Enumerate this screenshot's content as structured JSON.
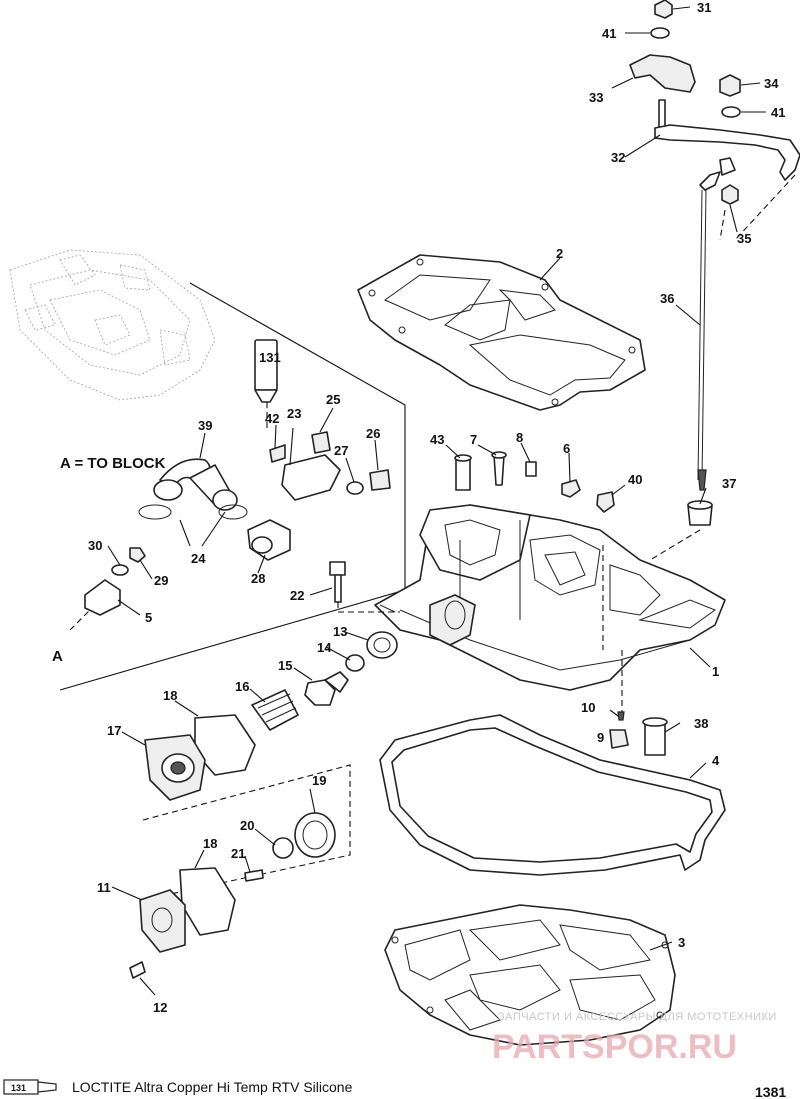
{
  "figure_number": "1381",
  "annotation_block": "A = TO BLOCK",
  "annotation_point": "A",
  "legend": {
    "symbol_number": "131",
    "text": "LOCTITE Altra Copper Hi Temp RTV Silicone"
  },
  "tube_label": "131",
  "watermark": {
    "line1": "ЗАПЧАСТИ И АКСЕССУАРЫ ДЛЯ МОТОТЕХНИКИ",
    "line2": "PARTSPOR.RU"
  },
  "callouts": {
    "c1": "1",
    "c2": "2",
    "c3": "3",
    "c4": "4",
    "c5": "5",
    "c6": "6",
    "c7": "7",
    "c8": "8",
    "c9": "9",
    "c10": "10",
    "c11": "11",
    "c12": "12",
    "c13": "13",
    "c14": "14",
    "c15": "15",
    "c16": "16",
    "c17": "17",
    "c18a": "18",
    "c18b": "18",
    "c19": "19",
    "c20": "20",
    "c21": "21",
    "c22": "22",
    "c23": "23",
    "c24": "24",
    "c25": "25",
    "c26": "26",
    "c27": "27",
    "c28": "28",
    "c29": "29",
    "c30": "30",
    "c31": "31",
    "c32": "32",
    "c33": "33",
    "c34": "34",
    "c35": "35",
    "c36": "36",
    "c37": "37",
    "c38": "38",
    "c39": "39",
    "c40": "40",
    "c41a": "41",
    "c41b": "41",
    "c42": "42",
    "c43": "43"
  }
}
